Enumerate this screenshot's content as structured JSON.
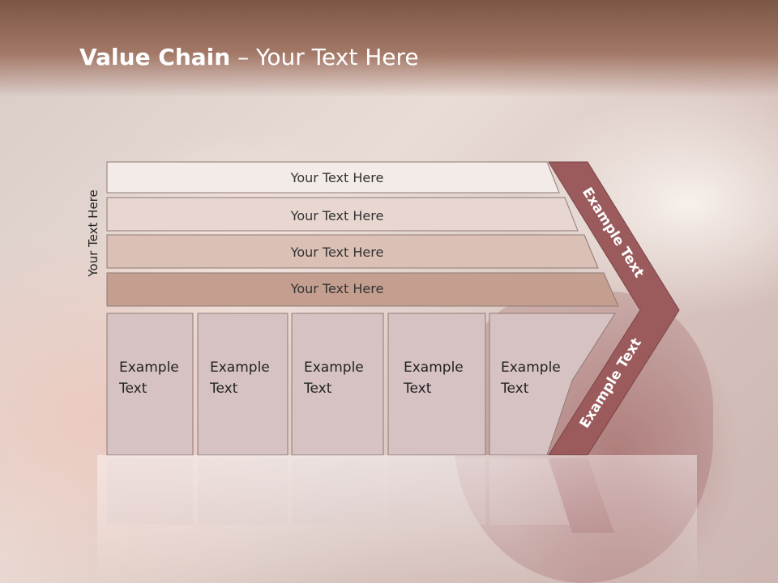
{
  "slide": {
    "title_bold": "Value Chain",
    "title_rest": " – Your Text Here",
    "side_label": "Your Text Here"
  },
  "rows": [
    {
      "label": "Your Text Here",
      "color": "#f3ebe8"
    },
    {
      "label": "Your Text Here",
      "color": "#e8d7d0"
    },
    {
      "label": "Your Text Here",
      "color": "#dbc0b5"
    },
    {
      "label": "Your Text Here",
      "color": "#c49e8f"
    }
  ],
  "cells": [
    {
      "line1": "Example",
      "line2": "Text"
    },
    {
      "line1": "Example",
      "line2": "Text"
    },
    {
      "line1": "Example",
      "line2": "Text"
    },
    {
      "line1": "Example",
      "line2": "Text"
    },
    {
      "line1": "Example",
      "line2": "Text"
    }
  ],
  "chevron": {
    "top_label": "Example Text",
    "bottom_label": "Example Text",
    "color": "#9b5b5d"
  }
}
